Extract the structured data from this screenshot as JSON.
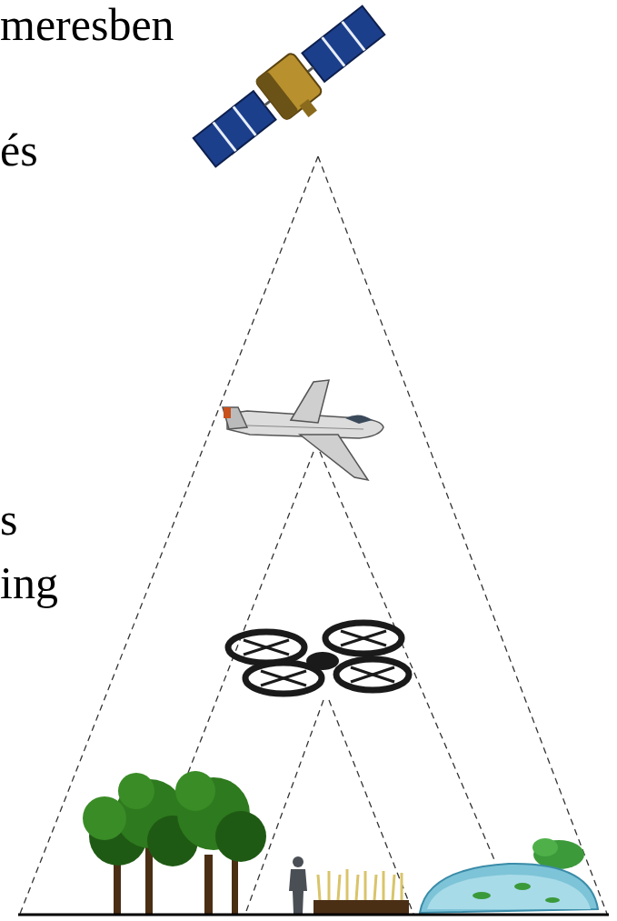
{
  "diagram": {
    "labels": [
      "meresben",
      "és",
      "s",
      "ing"
    ]
  }
}
